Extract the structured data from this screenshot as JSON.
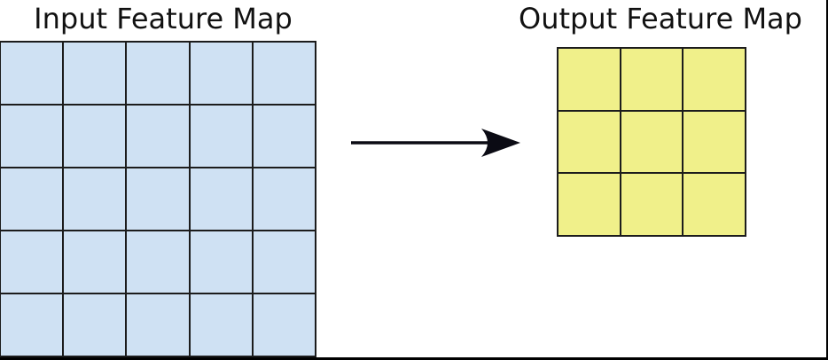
{
  "figure": {
    "background": "#ffffff",
    "frame_color": "#000000",
    "grid_line_color": "#1c1c1c",
    "input_map": {
      "title": "Input Feature Map",
      "rows": 5,
      "cols": 5,
      "cell_color": "#cfe1f3"
    },
    "output_map": {
      "title": "Output Feature Map",
      "rows": 3,
      "cols": 3,
      "cell_color": "#f0f08a"
    },
    "arrow": {
      "direction": "right",
      "color": "#0b0b14"
    }
  }
}
